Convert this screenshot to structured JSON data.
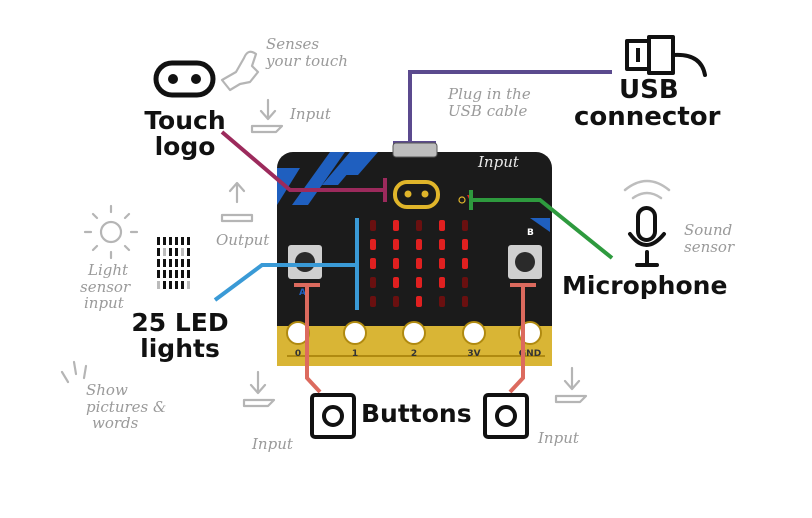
{
  "labels": {
    "touch_logo": [
      "Touch",
      "logo"
    ],
    "usb_connector": [
      "USB",
      "connector"
    ],
    "microphone": "Microphone",
    "led_lights": [
      "25 LED",
      "lights"
    ],
    "buttons": "Buttons"
  },
  "notes": {
    "senses_touch": [
      "Senses",
      "your touch"
    ],
    "input_touch": "Input",
    "plug_usb": [
      "Plug in the",
      "USB cable"
    ],
    "input_board": "Input",
    "output": "Output",
    "light_sensor": [
      "Light",
      "sensor",
      "input"
    ],
    "sound_sensor": [
      "Sound",
      "sensor"
    ],
    "show_pictures": [
      "Show",
      "pictures &",
      "words"
    ],
    "input_left": "Input",
    "input_right": "Input"
  },
  "board": {
    "button_a": "A",
    "button_b": "B",
    "pins": [
      "0",
      "1",
      "2",
      "3V",
      "GND"
    ]
  },
  "colors": {
    "touch_line": "#9c2a5c",
    "usb_line": "#5b4a8e",
    "mic_line": "#2e9a3e",
    "led_line": "#3a9ad6",
    "button_line": "#dc6a5e",
    "board": "#1b1b1b",
    "accent_blue": "#1f5fbf",
    "gold": "#d9b535",
    "led_on": "#e02020",
    "led_off": "#6a1010"
  }
}
